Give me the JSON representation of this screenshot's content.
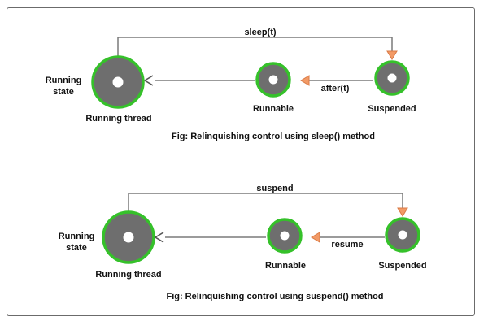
{
  "diagrams": [
    {
      "top_label": "sleep(t)",
      "transition_label": "after(t)",
      "running_state_lines": [
        "Running",
        "state"
      ],
      "running_thread": "Running thread",
      "runnable": "Runnable",
      "suspended": "Suspended",
      "caption": "Fig: Relinquishing control using sleep() method"
    },
    {
      "top_label": "suspend",
      "transition_label": "resume",
      "running_state_lines": [
        "Running",
        "state"
      ],
      "running_thread": "Running thread",
      "runnable": "Runnable",
      "suspended": "Suspended",
      "caption": "Fig: Relinquishing control using suspend() method"
    }
  ],
  "colors": {
    "node_fill": "#6e6e6e",
    "node_border": "#35c12a",
    "arrow_orange": "#f29a66",
    "line": "#7a7a7a"
  }
}
